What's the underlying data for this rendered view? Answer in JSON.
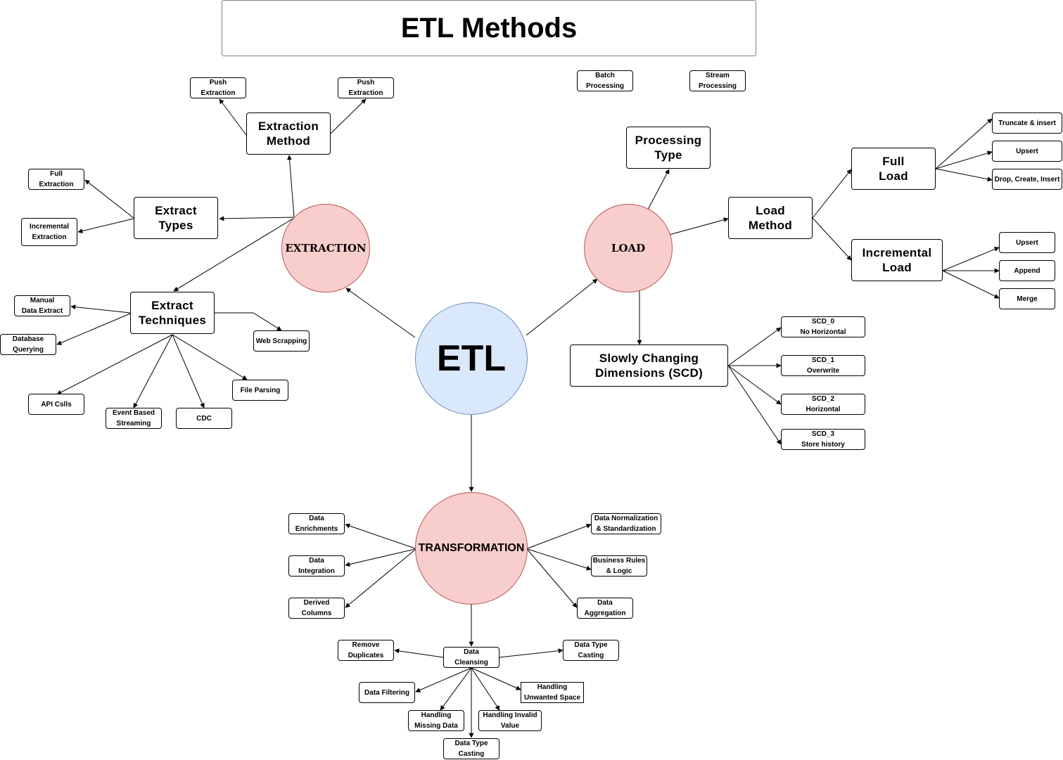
{
  "title": "ETL Methods",
  "center": "ETL",
  "hubs": {
    "extraction": "EXTRACTION",
    "load": "LOAD",
    "transformation": "TRANSFORMATION"
  },
  "extraction": {
    "extraction_method": "Extraction\nMethod",
    "push_extraction_1": "Push\nExtraction",
    "push_extraction_2": "Push\nExtraction",
    "extract_types": "Extract\nTypes",
    "full_extraction": "Full\nExtraction",
    "incremental_extraction": "Incremental\nExtraction",
    "extract_techniques": "Extract\nTechniques",
    "manual_data_extract": "Manual\nData Extract",
    "database_querying": "Database\nQuerying",
    "web_scrapping": "Web Scrapping",
    "file_parsing": "File Parsing",
    "api_calls": "API  Cslls",
    "event_based_streaming": "Event Based\nStreaming",
    "cdc": "CDC"
  },
  "load": {
    "batch_processing": "Batch\nProcessing",
    "stream_processing": "Stream\nProcessing",
    "processing_type": "Processing\nType",
    "load_method": "Load\nMethod",
    "full_load": "Full\nLoad",
    "truncate_insert": "Truncate & insert",
    "upsert_full": "Upsert",
    "drop_create_insert": "Drop, Create, Insert",
    "incremental_load": "Incremental\nLoad",
    "upsert_incremental": "Upsert",
    "append": "Append",
    "merge": "Merge",
    "scd": "Slowly Changing\nDimensions (SCD)",
    "scd_0": "SCD_0\nNo Horizontal",
    "scd_1": "SCD_1\nOverwrite",
    "scd_2": "SCD_2\nHorizontal",
    "scd_3": "SCD_3\nStore history"
  },
  "transformation": {
    "data_enrichments": "Data\nEnrichments",
    "data_integration": "Data\nIntegration",
    "derived_columns": "Derived\nColumns",
    "data_normalization": "Data Normalization\n& Standardization",
    "business_rules": "Business Rules\n& Logic",
    "data_aggregation": "Data\nAggregation",
    "data_cleansing": "Data\nCleansing",
    "remove_duplicates": "Remove\nDuplicates",
    "data_type_casting_right": "Data Type\nCasting",
    "data_filtering": "Data Filtering",
    "handling_unwanted_space": "Handling\nUnwanted Space",
    "handling_missing_data": "Handling\nMissing Data",
    "handling_invalid_value": "Handling Invalid\nValue",
    "data_type_casting_bottom": "Data Type\nCasting"
  }
}
